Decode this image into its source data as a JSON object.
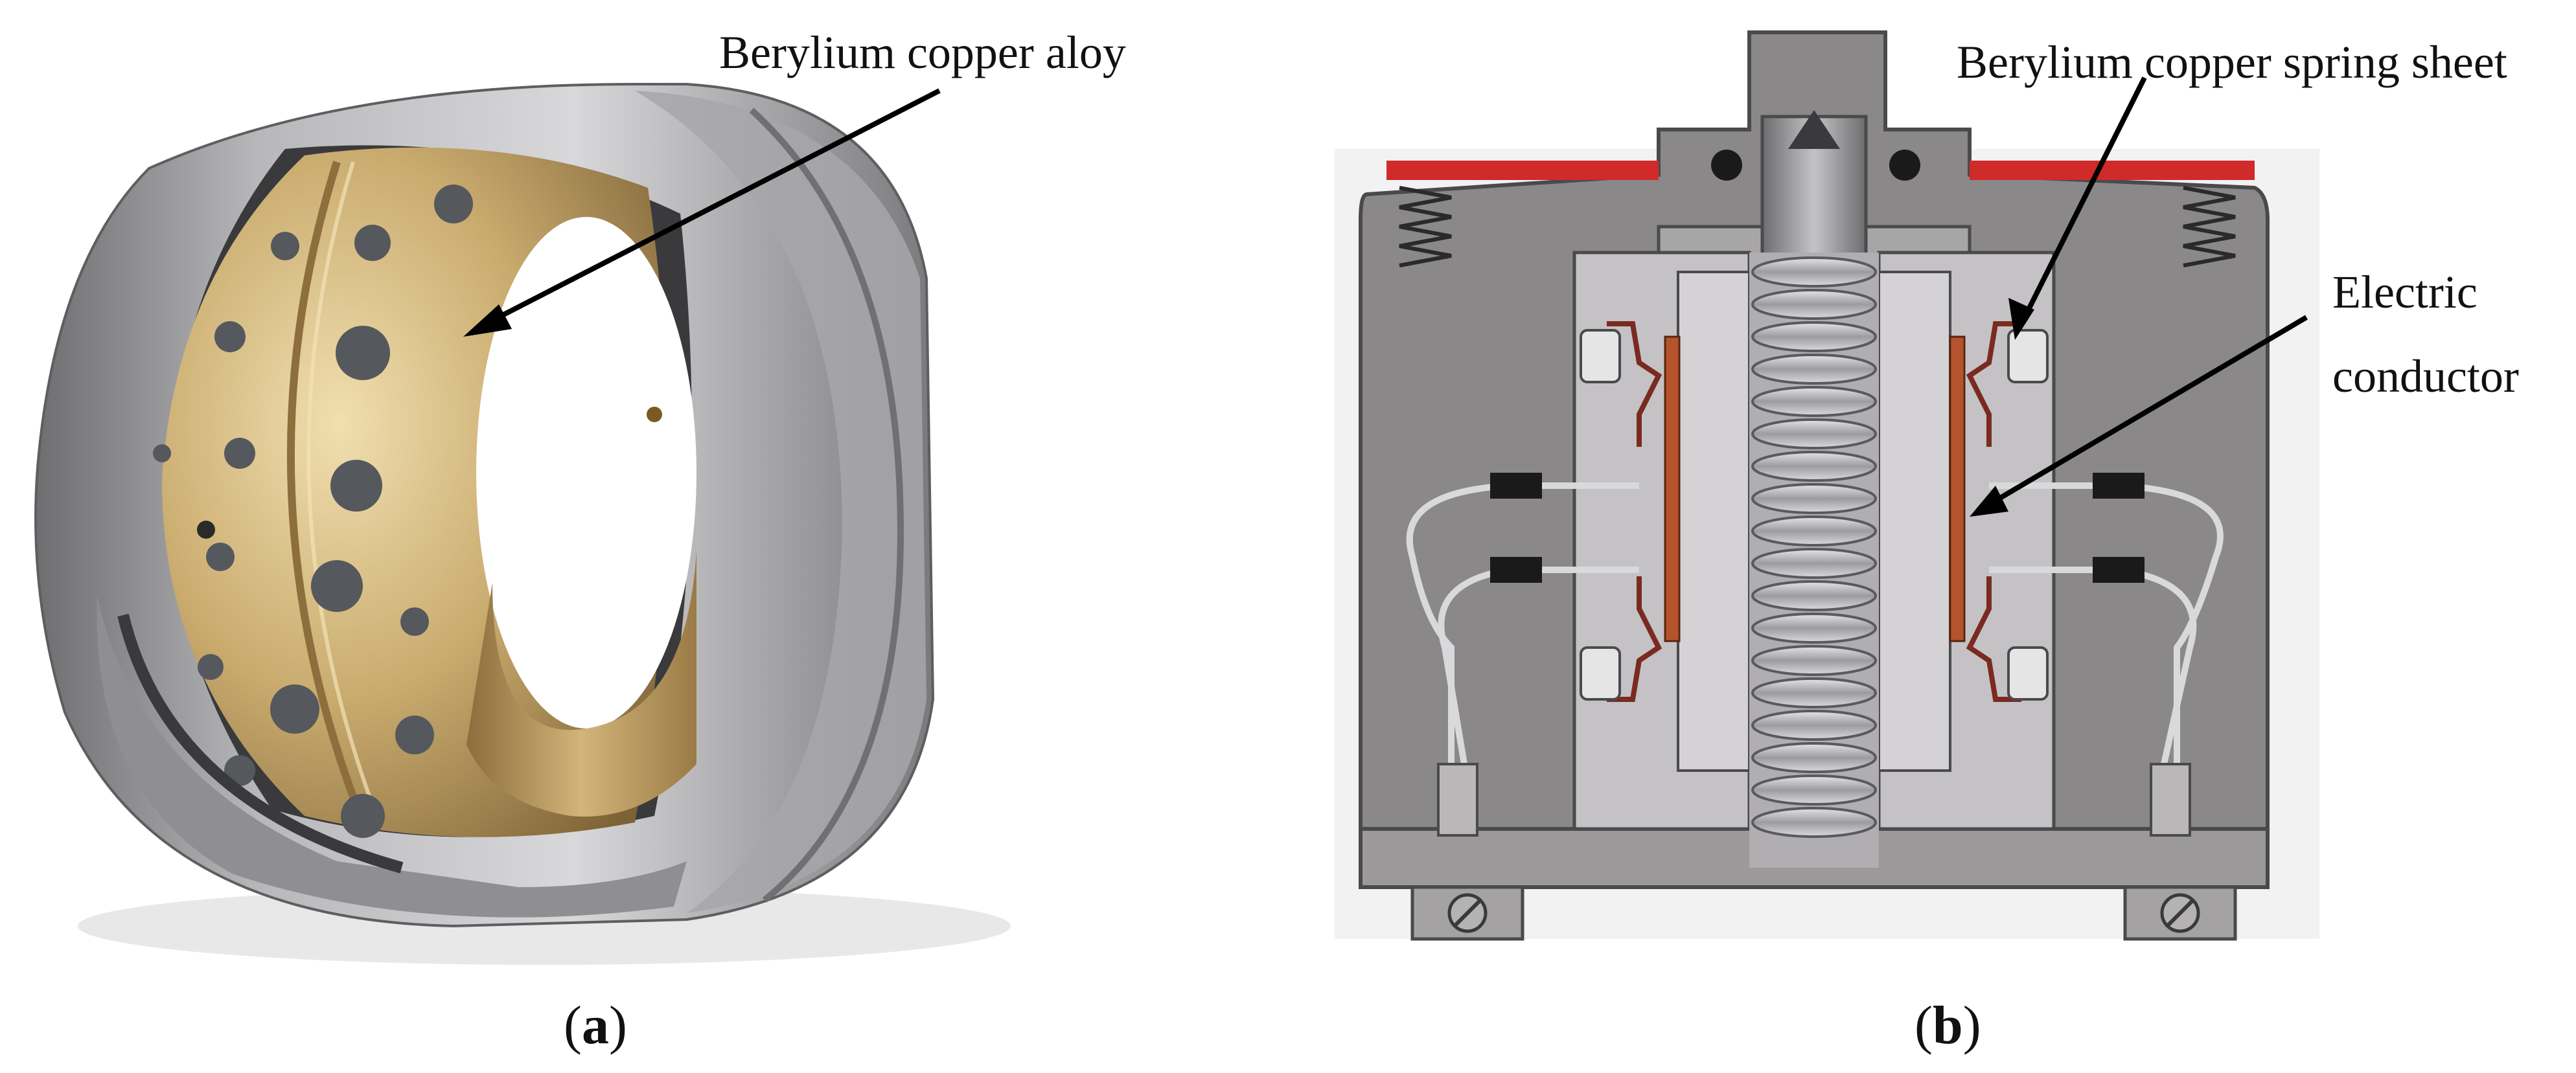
{
  "figure": {
    "panel_a": {
      "caption_letter": "a",
      "callout": "Berylium copper aloy"
    },
    "panel_b": {
      "caption_letter": "b",
      "callout_spring": "Berylium copper spring sheet",
      "callout_conductor_line1": "Electric",
      "callout_conductor_line2": "conductor"
    }
  },
  "colors": {
    "bronze": "#c9ab6e",
    "steel": "#9a9a9c",
    "housing_gray": "#8a8889",
    "red_cap": "#d02a2a",
    "copper_strip": "#b5532c",
    "dots": "#55585c"
  }
}
